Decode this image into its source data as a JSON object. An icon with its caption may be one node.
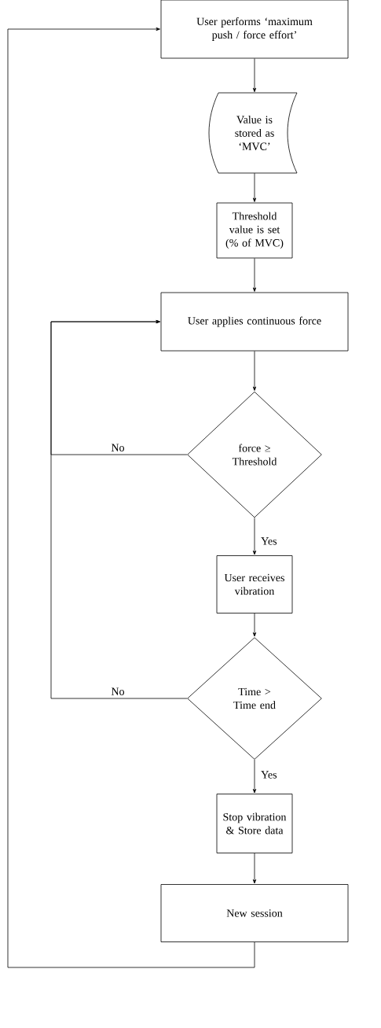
{
  "diagram": {
    "nodes": [
      {
        "text": [
          "User performs ‘maximum push / force effort’"
        ]
      },
      {
        "text": [
          "Value is stored as ‘MVC’"
        ]
      },
      {
        "text": [
          "Threshold value is set (% of MVC)"
        ]
      },
      {
        "text": [
          "User applies continuous force"
        ]
      },
      {
        "text": [
          "force ≥ Threshold"
        ]
      },
      {
        "text": [
          "User receives vibration"
        ]
      },
      {
        "text": [
          "Time > Time end"
        ]
      },
      {
        "text": [
          "Stop vibration & Store data"
        ]
      },
      {
        "text": [
          "New session"
        ]
      }
    ],
    "edges": [
      {
        "from": 0,
        "to": 1,
        "arrow": "to"
      },
      {
        "from": 1,
        "to": 2,
        "arrow": "to"
      },
      {
        "from": 2,
        "to": 3,
        "arrow": "to"
      },
      {
        "from": 3,
        "to": 4,
        "arrow": "to"
      },
      {
        "from": 4,
        "to": 5,
        "arrow": "to",
        "label": "Yes"
      },
      {
        "from": 5,
        "to": 6,
        "arrow": "to"
      },
      {
        "from": 6,
        "to": 7,
        "arrow": "to",
        "label": "Yes"
      },
      {
        "from": 7,
        "to": 8,
        "arrow": "to"
      },
      {
        "from": 4,
        "to": 3,
        "arrow": "to",
        "label": "No"
      },
      {
        "from": 6,
        "to": 3,
        "arrow": "to",
        "label": "No"
      },
      {
        "from": 8,
        "to": 0,
        "arrow": "to"
      }
    ]
  }
}
